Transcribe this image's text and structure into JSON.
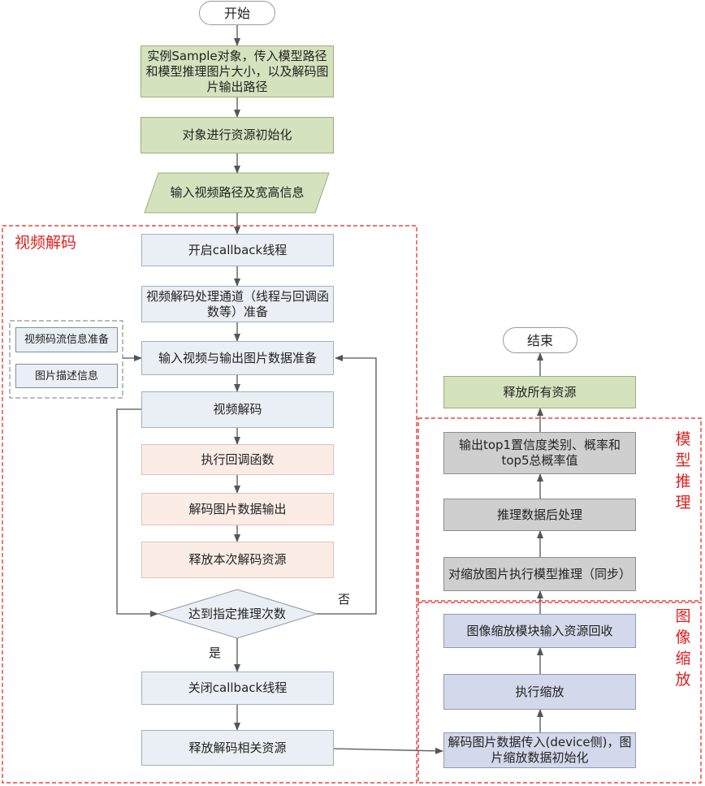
{
  "start": "开始",
  "end": "结束",
  "steps": {
    "create_sample": "实例Sample对象，传入模型路径和模型推理图片大小，以及解码图片输出路径",
    "init_resources": "对象进行资源初始化",
    "input_video": "输入视频路径及宽高信息",
    "start_callback": "开启callback线程",
    "decode_channel": "视频解码处理通道（线程与回调函数等）准备",
    "io_prepare": "输入视频与输出图片数据准备",
    "video_decode": "视频解码",
    "exec_callback": "执行回调函数",
    "decode_output": "解码图片数据输出",
    "release_decode_once": "释放本次解码资源",
    "decision": "达到指定推理次数",
    "close_callback": "关闭callback线程",
    "release_decode": "释放解码相关资源",
    "decode_to_device": "解码图片数据传入(device侧)，图片缩放数据初始化",
    "exec_resize": "执行缩放",
    "resize_recycle": "图像缩放模块输入资源回收",
    "model_infer": "对缩放图片执行模型推理（同步）",
    "post_process": "推理数据后处理",
    "output_top": "输出top1置信度类别、概率和top5总概率值",
    "release_all": "释放所有资源"
  },
  "side_inputs": {
    "stream_info": "视频码流信息准备",
    "image_desc": "图片描述信息"
  },
  "branch": {
    "yes": "是",
    "no": "否"
  },
  "groups": {
    "video_decode": "视频解码",
    "model_infer": "模型推理",
    "image_resize": "图像缩放"
  },
  "colors": {
    "red_group": "#e02020",
    "green": "#d4e2bd",
    "blue": "#e9eff4",
    "pink": "#fbece6",
    "gray": "#cfcfcf",
    "lavender": "#d3d8ea",
    "arrow": "#555555"
  }
}
